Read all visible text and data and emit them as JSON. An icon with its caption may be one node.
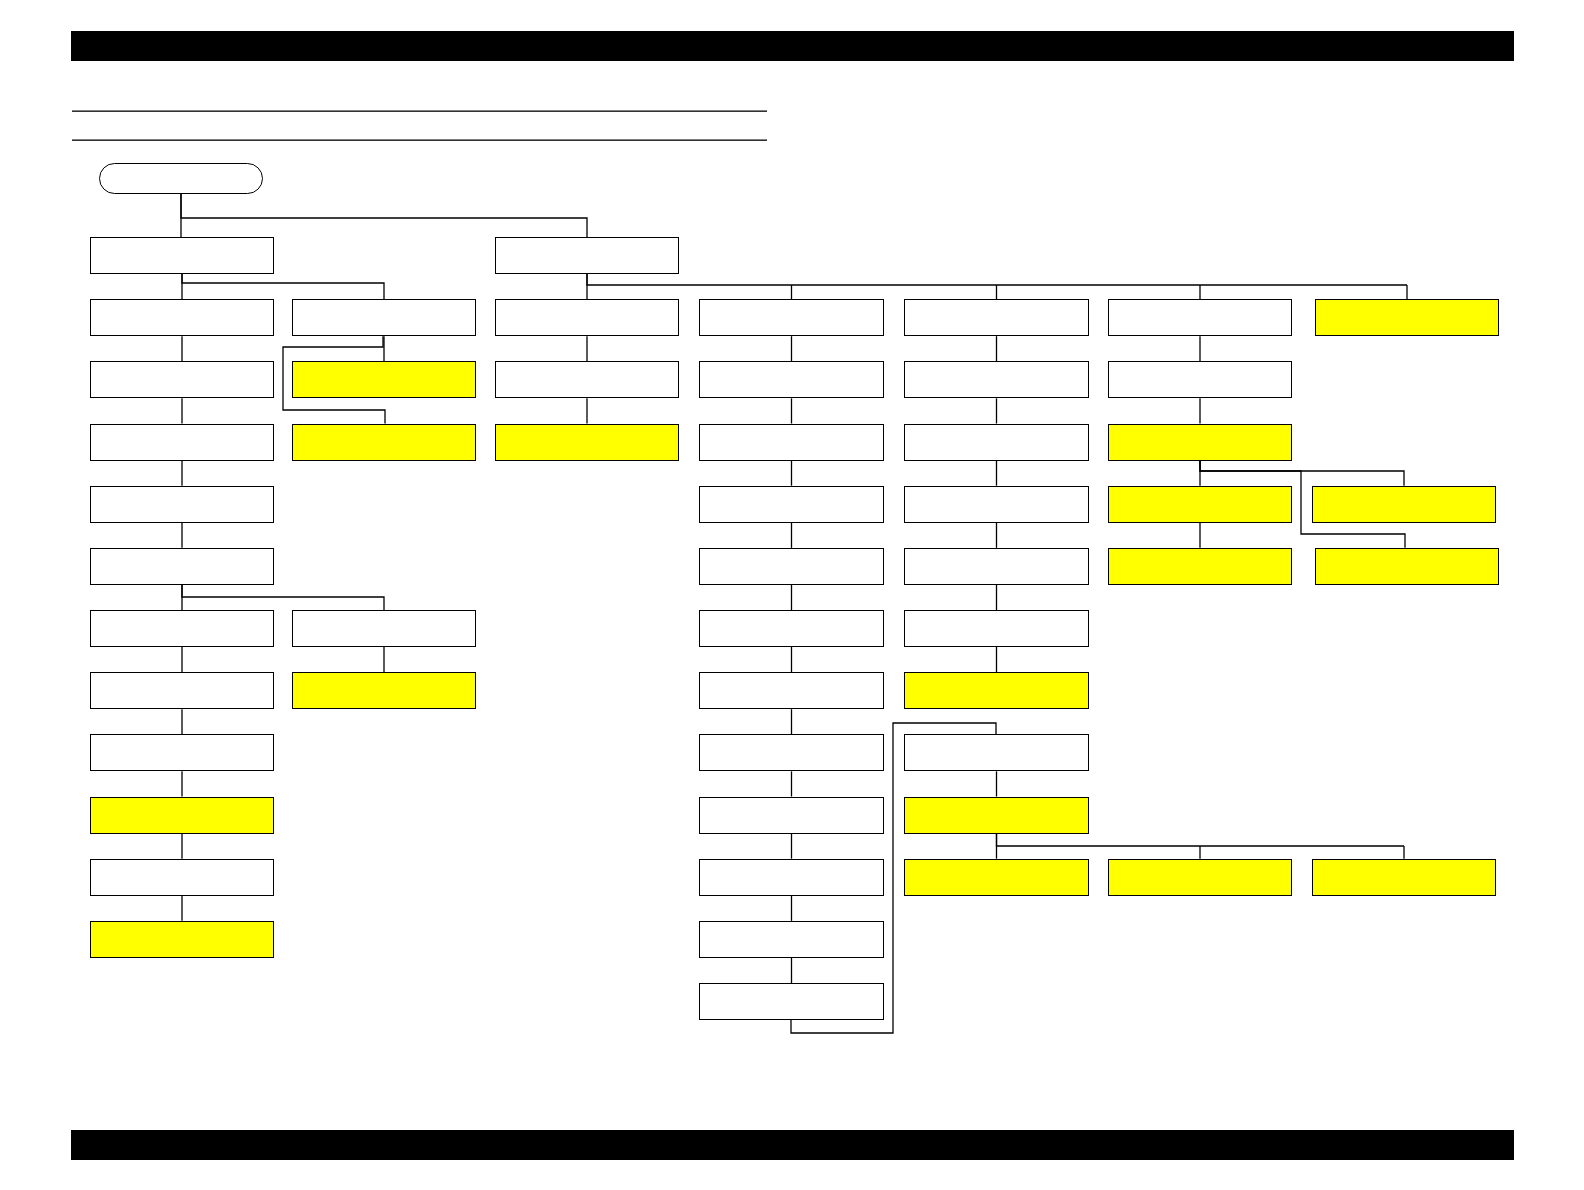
{
  "diagram": {
    "nodes": [
      {
        "text": [],
        "shape": "box"
      },
      {
        "text": [],
        "shape": "box"
      },
      {
        "text": [],
        "shape": "box"
      },
      {
        "text": [],
        "shape": "box"
      },
      {
        "text": [],
        "shape": "box"
      },
      {
        "text": [],
        "shape": "box"
      },
      {
        "text": [],
        "shape": "box"
      },
      {
        "text": [],
        "shape": "box"
      },
      {
        "text": [],
        "shape": "box"
      },
      {
        "text": [],
        "shape": "box"
      },
      {
        "text": [],
        "shape": "box"
      },
      {
        "text": [],
        "shape": "box"
      },
      {
        "text": [],
        "shape": "box"
      },
      {
        "text": [],
        "shape": "box"
      },
      {
        "text": [],
        "shape": "box"
      },
      {
        "text": [],
        "shape": "box"
      },
      {
        "text": [],
        "shape": "box"
      },
      {
        "text": [],
        "shape": "box"
      },
      {
        "text": [],
        "shape": "box"
      },
      {
        "text": [],
        "shape": "box"
      },
      {
        "text": [],
        "shape": "box"
      },
      {
        "text": [],
        "shape": "box"
      },
      {
        "text": [],
        "shape": "box"
      },
      {
        "text": [],
        "shape": "box"
      },
      {
        "text": [],
        "shape": "box"
      },
      {
        "text": [],
        "shape": "box"
      },
      {
        "text": [],
        "shape": "box"
      },
      {
        "text": [],
        "shape": "box"
      },
      {
        "text": [],
        "shape": "box"
      },
      {
        "text": [],
        "shape": "box"
      },
      {
        "text": [],
        "shape": "box"
      },
      {
        "text": [],
        "shape": "box"
      },
      {
        "text": [],
        "shape": "box"
      },
      {
        "text": [],
        "shape": "box"
      },
      {
        "text": [],
        "shape": "box"
      },
      {
        "text": [],
        "shape": "box"
      },
      {
        "text": [],
        "shape": "box"
      },
      {
        "text": [],
        "shape": "box"
      },
      {
        "text": [],
        "shape": "box"
      },
      {
        "text": [],
        "shape": "box"
      },
      {
        "text": [],
        "shape": "box"
      },
      {
        "text": [],
        "shape": "box"
      },
      {
        "text": [],
        "shape": "box"
      },
      {
        "text": [],
        "shape": "box"
      },
      {
        "text": [],
        "shape": "box"
      },
      {
        "text": [],
        "shape": "box"
      },
      {
        "text": [],
        "shape": "box"
      },
      {
        "text": [],
        "shape": "box"
      },
      {
        "text": [],
        "shape": "box"
      },
      {
        "text": [],
        "shape": "box"
      },
      {
        "text": [],
        "shape": "box"
      },
      {
        "text": [],
        "shape": "box"
      },
      {
        "text": [],
        "shape": "box"
      },
      {
        "text": [],
        "shape": "box"
      }
    ],
    "edges": [
      {
        "from": 0,
        "to": 1,
        "arrow": "none"
      },
      {
        "from": 0,
        "to": 2,
        "arrow": "none"
      },
      {
        "from": 1,
        "to": 3,
        "arrow": "none"
      },
      {
        "from": 1,
        "to": 4,
        "arrow": "none"
      },
      {
        "from": 2,
        "to": 5,
        "arrow": "none"
      },
      {
        "from": 2,
        "to": 6,
        "arrow": "none"
      },
      {
        "from": 2,
        "to": 7,
        "arrow": "none"
      },
      {
        "from": 2,
        "to": 8,
        "arrow": "none"
      },
      {
        "from": 2,
        "to": 9,
        "arrow": "none"
      },
      {
        "from": 3,
        "to": 10,
        "arrow": "none"
      },
      {
        "from": 4,
        "to": 11,
        "arrow": "none"
      },
      {
        "from": 4,
        "to": 17,
        "arrow": "none"
      },
      {
        "from": 5,
        "to": 12,
        "arrow": "none"
      },
      {
        "from": 6,
        "to": 13,
        "arrow": "none"
      },
      {
        "from": 7,
        "to": 14,
        "arrow": "none"
      },
      {
        "from": 8,
        "to": 15,
        "arrow": "none"
      },
      {
        "from": 10,
        "to": 16,
        "arrow": "none"
      },
      {
        "from": 12,
        "to": 18,
        "arrow": "none"
      },
      {
        "from": 13,
        "to": 19,
        "arrow": "none"
      },
      {
        "from": 14,
        "to": 20,
        "arrow": "none"
      },
      {
        "from": 15,
        "to": 21,
        "arrow": "none"
      },
      {
        "from": 16,
        "to": 22,
        "arrow": "none"
      },
      {
        "from": 19,
        "to": 23,
        "arrow": "none"
      },
      {
        "from": 20,
        "to": 24,
        "arrow": "none"
      },
      {
        "from": 21,
        "to": 25,
        "arrow": "none"
      },
      {
        "from": 21,
        "to": 26,
        "arrow": "none"
      },
      {
        "from": 21,
        "to": 31,
        "arrow": "none"
      },
      {
        "from": 22,
        "to": 27,
        "arrow": "none"
      },
      {
        "from": 23,
        "to": 28,
        "arrow": "none"
      },
      {
        "from": 24,
        "to": 29,
        "arrow": "none"
      },
      {
        "from": 25,
        "to": 30,
        "arrow": "none"
      },
      {
        "from": 27,
        "to": 32,
        "arrow": "none"
      },
      {
        "from": 27,
        "to": 33,
        "arrow": "none"
      },
      {
        "from": 28,
        "to": 34,
        "arrow": "none"
      },
      {
        "from": 29,
        "to": 35,
        "arrow": "none"
      },
      {
        "from": 32,
        "to": 36,
        "arrow": "none"
      },
      {
        "from": 33,
        "to": 37,
        "arrow": "none"
      },
      {
        "from": 34,
        "to": 38,
        "arrow": "none"
      },
      {
        "from": 35,
        "to": 39,
        "arrow": "none"
      },
      {
        "from": 36,
        "to": 40,
        "arrow": "none"
      },
      {
        "from": 38,
        "to": 41,
        "arrow": "none"
      },
      {
        "from": 40,
        "to": 43,
        "arrow": "none"
      },
      {
        "from": 41,
        "to": 44,
        "arrow": "none"
      },
      {
        "from": 42,
        "to": 45,
        "arrow": "none"
      },
      {
        "from": 43,
        "to": 46,
        "arrow": "none"
      },
      {
        "from": 44,
        "to": 47,
        "arrow": "none"
      },
      {
        "from": 45,
        "to": 48,
        "arrow": "none"
      },
      {
        "from": 45,
        "to": 49,
        "arrow": "none"
      },
      {
        "from": 45,
        "to": 50,
        "arrow": "none"
      },
      {
        "from": 46,
        "to": 51,
        "arrow": "none"
      },
      {
        "from": 47,
        "to": 52,
        "arrow": "none"
      },
      {
        "from": 52,
        "to": 53,
        "arrow": "none"
      },
      {
        "from": 53,
        "to": 42,
        "arrow": "none"
      }
    ]
  }
}
